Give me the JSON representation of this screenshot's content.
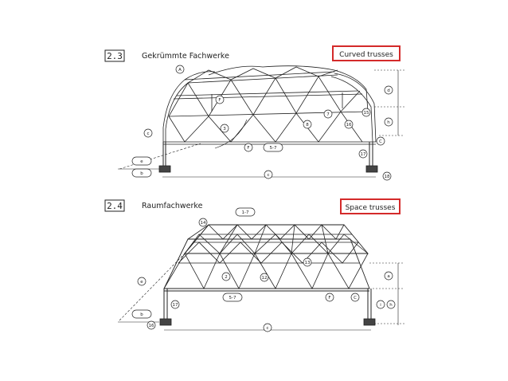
{
  "sections": [
    {
      "number": "2.3",
      "title": "Gekrümmte Fachwerke",
      "english": "Curved trusses",
      "callouts": [
        "A",
        "F",
        "3",
        "8",
        "7",
        "16",
        "C",
        "17",
        "F",
        "5-7",
        "c",
        "e",
        "d",
        "h",
        "b",
        "c",
        "18",
        "15"
      ]
    },
    {
      "number": "2.4",
      "title": "Raumfachwerke",
      "english": "Space trusses",
      "callouts": [
        "1-7",
        "14",
        "12",
        "2",
        "13",
        "5-7",
        "F",
        "C",
        "a",
        "i",
        "h",
        "17",
        "e",
        "b",
        "16",
        "c"
      ]
    }
  ],
  "colors": {
    "line": "#222222",
    "accent": "#d42a2a"
  }
}
